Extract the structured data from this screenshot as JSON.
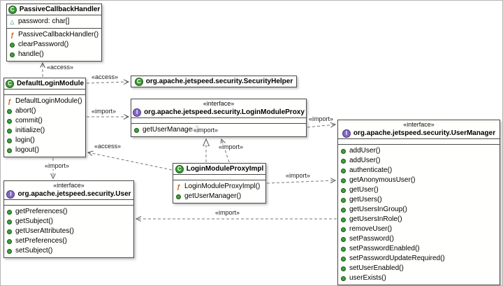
{
  "icons": {
    "class_letter": "C",
    "interface_letter": "I",
    "glyphs": {
      "method": "",
      "constructor": "ƒ",
      "attribute": "△"
    }
  },
  "colors": {
    "class-green": "#3c9b35",
    "iface-purple": "#8566c6",
    "method-green": "#3fa045",
    "constructor-orange": "#c05a0a",
    "attr-teal": "#0e8a8a",
    "wire": "#777777",
    "box-border": "#4a4a4a"
  },
  "classes": {
    "passiveCallbackHandler": {
      "kind": "class",
      "name": "PassiveCallbackHandler",
      "attributes": [
        {
          "kind": "attribute",
          "label": "password: char[]"
        }
      ],
      "methods": [
        {
          "kind": "constructor",
          "label": "PassiveCallbackHandler()"
        },
        {
          "kind": "method",
          "label": "clearPassword()"
        },
        {
          "kind": "method",
          "label": "handle()"
        }
      ]
    },
    "defaultLoginModule": {
      "kind": "class",
      "name": "DefaultLoginModule",
      "attributes": [],
      "methods": [
        {
          "kind": "constructor",
          "label": "DefaultLoginModule()"
        },
        {
          "kind": "method",
          "label": "abort()"
        },
        {
          "kind": "method",
          "label": "commit()"
        },
        {
          "kind": "method",
          "label": "initialize()"
        },
        {
          "kind": "method",
          "label": "login()"
        },
        {
          "kind": "method",
          "label": "logout()"
        }
      ]
    },
    "securityHelper": {
      "kind": "class",
      "name": "org.apache.jetspeed.security.SecurityHelper",
      "attributes": [],
      "methods": []
    },
    "loginModuleProxy": {
      "kind": "interface",
      "stereotype": "«interface»",
      "name": "org.apache.jetspeed.security.LoginModuleProxy",
      "attributes": [],
      "methods": [
        {
          "kind": "method",
          "label": "getUserManager()"
        }
      ]
    },
    "loginModuleProxyImpl": {
      "kind": "class",
      "name": "LoginModuleProxyImpl",
      "attributes": [],
      "methods": [
        {
          "kind": "constructor",
          "label": "LoginModuleProxyImpl()"
        },
        {
          "kind": "method",
          "label": "getUserManager()"
        }
      ]
    },
    "user": {
      "kind": "interface",
      "stereotype": "«interface»",
      "name": "org.apache.jetspeed.security.User",
      "attributes": [],
      "methods": [
        {
          "kind": "method",
          "label": "getPreferences()"
        },
        {
          "kind": "method",
          "label": "getSubject()"
        },
        {
          "kind": "method",
          "label": "getUserAttributes()"
        },
        {
          "kind": "method",
          "label": "setPreferences()"
        },
        {
          "kind": "method",
          "label": "setSubject()"
        }
      ]
    },
    "userManager": {
      "kind": "interface",
      "stereotype": "«interface»",
      "name": "org.apache.jetspeed.security.UserManager",
      "attributes": [],
      "methods": [
        {
          "kind": "method",
          "label": "addUser()"
        },
        {
          "kind": "method",
          "label": "addUser()"
        },
        {
          "kind": "method",
          "label": "authenticate()"
        },
        {
          "kind": "method",
          "label": "getAnonymousUser()"
        },
        {
          "kind": "method",
          "label": "getUser()"
        },
        {
          "kind": "method",
          "label": "getUsers()"
        },
        {
          "kind": "method",
          "label": "getUsersInGroup()"
        },
        {
          "kind": "method",
          "label": "getUsersInRole()"
        },
        {
          "kind": "method",
          "label": "removeUser()"
        },
        {
          "kind": "method",
          "label": "setPassword()"
        },
        {
          "kind": "method",
          "label": "setPasswordEnabled()"
        },
        {
          "kind": "method",
          "label": "setPasswordUpdateRequired()"
        },
        {
          "kind": "method",
          "label": "setUserEnabled()"
        },
        {
          "kind": "method",
          "label": "userExists()"
        }
      ]
    }
  },
  "edges": [
    {
      "from": "DefaultLoginModule",
      "to": "PassiveCallbackHandler",
      "type": "dependency",
      "label": "«access»"
    },
    {
      "from": "DefaultLoginModule",
      "to": "org.apache.jetspeed.security.SecurityHelper",
      "type": "dependency",
      "label": "«access»"
    },
    {
      "from": "DefaultLoginModule",
      "to": "org.apache.jetspeed.security.LoginModuleProxy",
      "type": "dependency",
      "label": "«import»"
    },
    {
      "from": "LoginModuleProxyImpl",
      "to": "org.apache.jetspeed.security.LoginModuleProxy",
      "type": "realization",
      "label": ""
    },
    {
      "from": "LoginModuleProxyImpl",
      "to": "org.apache.jetspeed.security.LoginModuleProxy",
      "type": "dependency",
      "label": "«import»"
    },
    {
      "from": "LoginModuleProxyImpl",
      "to": "DefaultLoginModule",
      "type": "dependency",
      "label": "«access»"
    },
    {
      "from": "DefaultLoginModule",
      "to": "org.apache.jetspeed.security.User",
      "type": "dependency",
      "label": "«import»"
    },
    {
      "from": "org.apache.jetspeed.security.LoginModuleProxy",
      "to": "org.apache.jetspeed.security.UserManager",
      "type": "dependency",
      "label": "«import»"
    },
    {
      "from": "LoginModuleProxyImpl",
      "to": "org.apache.jetspeed.security.UserManager",
      "type": "dependency",
      "label": "«import»"
    },
    {
      "from": "org.apache.jetspeed.security.UserManager",
      "to": "org.apache.jetspeed.security.User",
      "type": "dependency",
      "label": "«import»"
    },
    {
      "from": "LoginModuleProxyImpl",
      "to": "org.apache.jetspeed.security.LoginModuleProxy",
      "type": "dependency",
      "label": "«import»"
    }
  ]
}
